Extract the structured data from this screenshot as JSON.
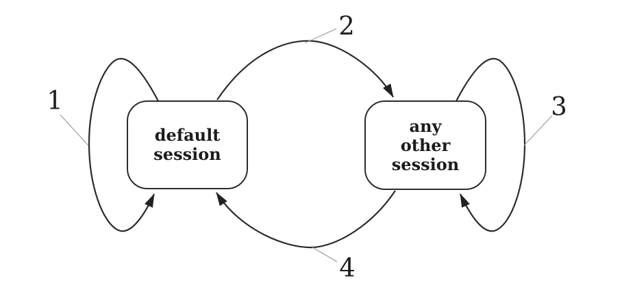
{
  "figure": {
    "background_color": "#ffffff",
    "stroke_color": "#2b2b2b",
    "leader_line_color": "#9c9c9c",
    "text_color": "#1c1c1c"
  },
  "states": {
    "left": {
      "line1": "default",
      "line2": "session"
    },
    "right": {
      "line1": "any",
      "line2": "other",
      "line3": "session"
    }
  },
  "transitions": {
    "t1": {
      "label": "1"
    },
    "t2": {
      "label": "2"
    },
    "t3": {
      "label": "3"
    },
    "t4": {
      "label": "4"
    }
  }
}
